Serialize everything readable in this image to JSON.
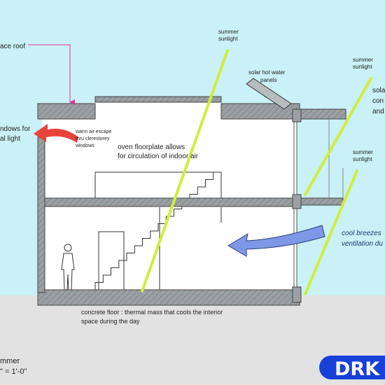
{
  "colors": {
    "sky": "#c9f1f7",
    "ground": "#e2e2e2",
    "structure": "#9aa0a4",
    "interior": "#ffffff",
    "sun_ray": "#cfee3a",
    "warm_arrow": "#e8443a",
    "breeze_arrow": "#7e97e6",
    "pointer": "#e0339c",
    "logo": "#1640d8"
  },
  "labels": {
    "roof": "ace roof",
    "summer_sun_1_line1": "summer",
    "summer_sun_1_line2": "sunlight",
    "solar_panels_line1": "solar hot water",
    "solar_panels_line2": "panels",
    "summer_sun_2_line1": "summer",
    "summer_sun_2_line2": "sunlight",
    "solar_side_line1": "sola",
    "solar_side_line2": "con",
    "solar_side_line3": "and",
    "windows_line1": "ndows for",
    "windows_line2": "al light",
    "warm_air_line1": "warm air escape",
    "warm_air_line2": "thru clerestorey",
    "warm_air_line3": "windows",
    "floorplate_line1": "oven floorplate allows",
    "floorplate_line2": "for circulation of indoor air",
    "summer_sun_3_line1": "summer",
    "summer_sun_3_line2": "sunlight",
    "breeze_line1": "cool breezes",
    "breeze_line2": "ventilation du",
    "floor_line1": "concrete floor : thermal mass that cools the interior",
    "floor_line2": "space during the day",
    "caption_line1": "mmer",
    "caption_line2": "\" = 1'-0\"",
    "logo": "DRK"
  }
}
